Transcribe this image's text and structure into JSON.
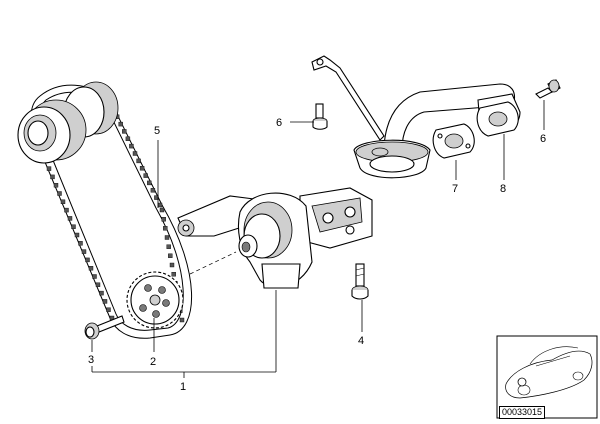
{
  "callouts": {
    "c1": "1",
    "c2": "2",
    "c3": "3",
    "c4": "4",
    "c5": "5",
    "c6a": "6",
    "c6b": "6",
    "c7": "7",
    "c8": "8"
  },
  "thumbnail": {
    "image_id": "00033015"
  }
}
